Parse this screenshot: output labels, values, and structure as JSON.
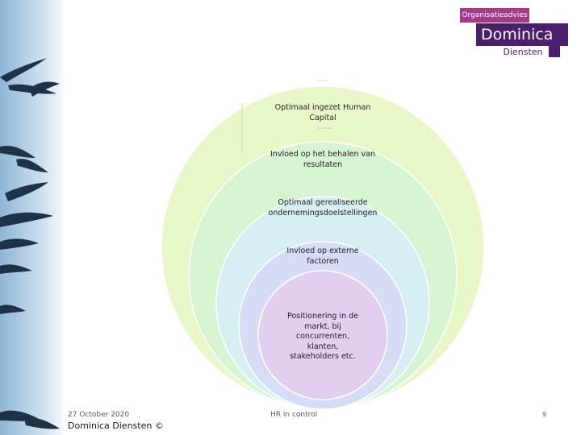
{
  "logo": {
    "tagline": "Organisatieadvies",
    "name": "Dominica",
    "sub": "Diensten"
  },
  "circles": [
    {
      "label": "Optimaal ingezet Human Capital",
      "color": "#e8f7c8"
    },
    {
      "label": "Invloed op het behalen van resultaten",
      "color": "#d6f3d2"
    },
    {
      "label": "Optimaal gerealiseerde ondernemingsdoelstellingen",
      "color": "#d4eef2"
    },
    {
      "label": "Invloed op externe factoren",
      "color": "#d6dcf5"
    },
    {
      "label": "Positionering in de markt, bij concurrenten, klanten, stakeholders etc.",
      "color": "#e2cff0"
    }
  ],
  "footer": {
    "date": "27 October 2020",
    "company": "Dominica Diensten ©",
    "center": "HR in control",
    "page": "9"
  }
}
